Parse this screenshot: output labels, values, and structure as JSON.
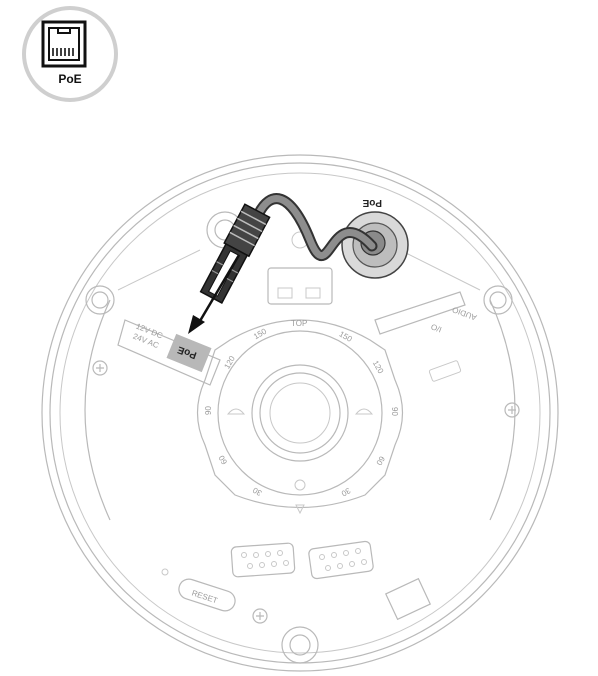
{
  "badge": {
    "label": "PoE",
    "icon": "ethernet-port-icon"
  },
  "diagram": {
    "cable_plug_label": "PoE",
    "port_label": "PoE",
    "ring_top_label": "TOP",
    "io_label": "I/O",
    "audio_label": "AUDIO",
    "dc_label_1": "12V DC",
    "dc_label_2": "24V AC",
    "reset_label": "RESET",
    "angle_ticks": [
      "150",
      "120",
      "90",
      "60",
      "30",
      "150",
      "120",
      "90",
      "60",
      "30"
    ]
  }
}
